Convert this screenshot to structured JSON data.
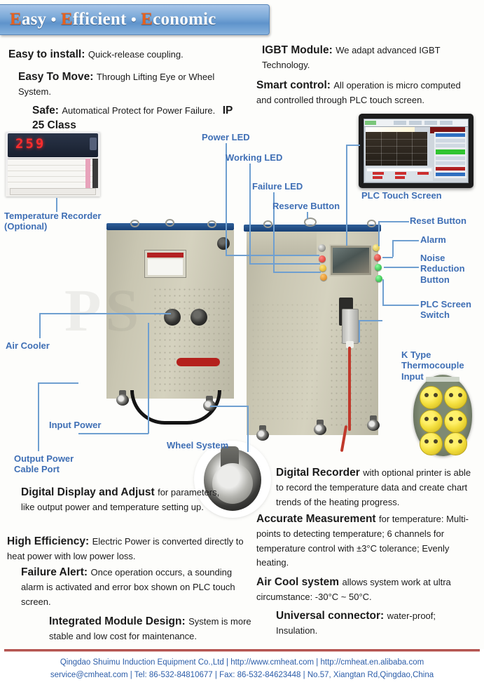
{
  "banner": {
    "words": [
      {
        "cap": "E",
        "rest": "asy"
      },
      {
        "cap": "E",
        "rest": "fficient"
      },
      {
        "cap": "E",
        "rest": "conomic"
      }
    ],
    "separator": "•",
    "full_text": "Easy • Efficient • Economic"
  },
  "features_left_top": [
    {
      "title": "Easy to install:",
      "body": "Quick-release coupling."
    },
    {
      "title": "Easy To Move:",
      "body": "Through Lifting Eye or Wheel System."
    },
    {
      "title": "Safe:",
      "body": "Automatical Protect for Power Failure.",
      "extra": "IP 25 Class"
    }
  ],
  "features_right_top": [
    {
      "title": "IGBT Module:",
      "body": "We adapt advanced IGBT Technology."
    },
    {
      "title": "Smart control:",
      "body": "All operation is micro computed and controlled through PLC touch screen."
    }
  ],
  "features_bottom_left": [
    {
      "title": "Digital Display and Adjust",
      "body": "for parameters, like output power and temperature setting up."
    },
    {
      "title": "High Efficiency:",
      "body": "Electric Power is converted directly to heat power with low power loss."
    },
    {
      "title": "Failure Alert:",
      "body": "Once operation occurs, a sounding alarm is activated and error box shown on PLC touch screen."
    },
    {
      "title": "Integrated Module Design:",
      "body": "System is more stable and low cost for maintenance."
    }
  ],
  "features_bottom_right": [
    {
      "title": "Digital Recorder",
      "body": "with optional printer is able to record the temperature data and create chart trends of the heating progress."
    },
    {
      "title": "Accurate Measurement",
      "body": "for temperature: Multi-points to detecting temperature; 6 channels for temperature control with ±3°C tolerance; Evenly heating."
    },
    {
      "title": "Air Cool system",
      "body": "allows system work at ultra circumstance: -30°C ~ 50°C."
    },
    {
      "title": "Universal connector:",
      "body": "water-proof; Insulation."
    }
  ],
  "callouts": {
    "temperature_recorder": "Temperature Recorder\n(Optional)",
    "power_led": "Power LED",
    "working_led": "Working LED",
    "failure_led": "Failure LED",
    "reserve_button": "Reserve Button",
    "plc_touch_screen": "PLC Touch Screen",
    "reset_button": "Reset Button",
    "alarm": "Alarm",
    "noise_reduction_button": "Noise\nReduction\nButton",
    "plc_screen_switch": "PLC Screen\nSwitch",
    "k_type_thermocouple_input": "K Type\nThermocouple\nInput",
    "air_cooler": "Air Cooler",
    "input_power": "Input Power",
    "output_power_cable_port": "Output Power\nCable Port",
    "wheel_system": "Wheel System"
  },
  "temperature_recorder_display": {
    "reading": "259"
  },
  "watermark": "PS",
  "footer": {
    "line1": [
      "Qingdao Shuimu Induction Equipment Co.,Ltd",
      "http://www.cmheat.com",
      "http://cmheat.en.alibaba.com"
    ],
    "line2": [
      "service@cmheat.com",
      "Tel: 86-532-84810677",
      "Fax: 86-532-84623448",
      "No.57, Xiangtan Rd,Qingdao,China"
    ],
    "separator": "|"
  },
  "colors": {
    "banner_blue": "#5f93cb",
    "accent_orange": "#e8601c",
    "callout_blue": "#3f6fb5",
    "leader_blue": "#6f9fd0",
    "footer_blue": "#2b5ca8",
    "footer_rule_red": "#b4534f",
    "led_red": "#ff2d2d"
  }
}
